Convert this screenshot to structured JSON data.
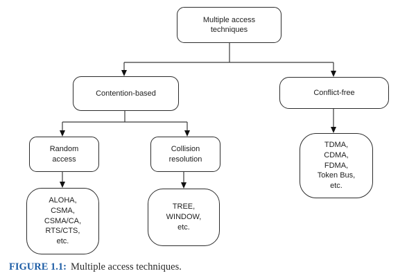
{
  "diagram": {
    "title_node": "Multiple access\ntechniques",
    "nodes": {
      "root": {
        "label": "Multiple access\ntechniques"
      },
      "contention": {
        "label": "Contention-based"
      },
      "conflict": {
        "label": "Conflict-free"
      },
      "random": {
        "label": "Random\naccess"
      },
      "collision": {
        "label": "Collision\nresolution"
      },
      "aloha": {
        "label": "ALOHA,\nCSMA,\nCSMA/CA,\nRTS/CTS,\netc."
      },
      "tree": {
        "label": "TREE,\nWINDOW,\netc."
      },
      "tdma": {
        "label": "TDMA,\nCDMA,\nFDMA,\nToken Bus,\netc."
      }
    },
    "edges": [
      "root -> contention",
      "root -> conflict",
      "contention -> random",
      "contention -> collision",
      "random -> aloha",
      "collision -> tree",
      "conflict -> tdma"
    ],
    "colors": {
      "box_border": "#2b2b2b",
      "line": "#3a3a3a",
      "arrowhead": "#111111",
      "background": "#ffffff"
    }
  },
  "caption": {
    "figure_label": "FIGURE 1.1:",
    "text": "Multiple access techniques.",
    "label_color": "#1e5ea6"
  }
}
